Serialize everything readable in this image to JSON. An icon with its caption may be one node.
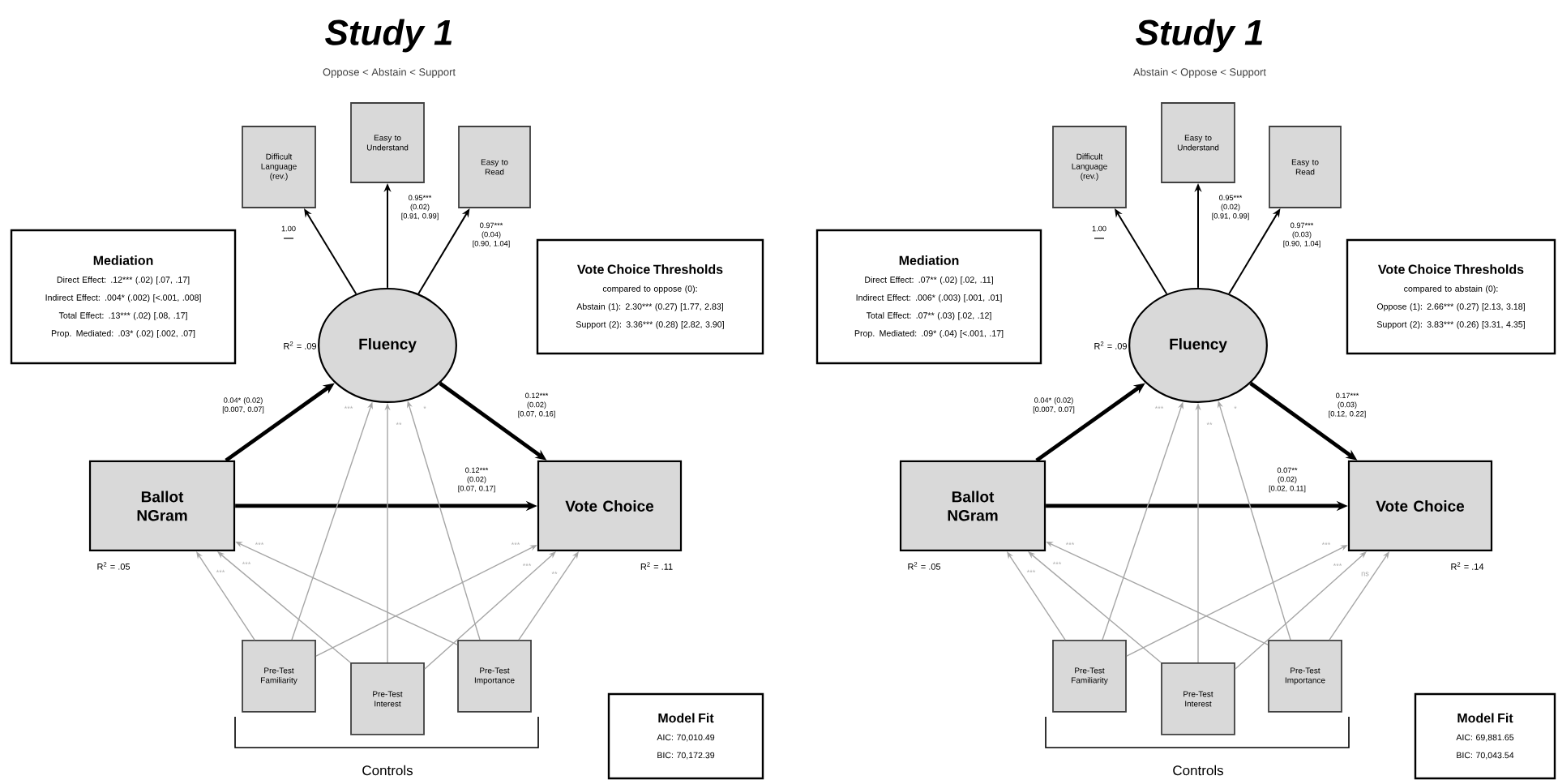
{
  "diagram": {
    "nodes": [
      {
        "text": [
          "Mediation",
          "Direct Effect: .12*** (.02) [.07, .17]",
          "Indirect Effect: .004* (.002) [<.001, .008]",
          "Total Effect: .13*** (.02) [.08, .17]",
          "Prop. Mediated: .03* (.02) [.002, .07]"
        ]
      },
      {
        "text": [
          "Vote Choice Thresholds",
          "compared to oppose (0):",
          "Abstain (1): 2.30*** (0.27) [1.77, 2.83]",
          "Support (2): 3.36*** (0.28) [2.82, 3.90]"
        ]
      },
      {
        "text": [
          "Difficult Language (rev.)"
        ]
      },
      {
        "text": [
          "Easy to Understand"
        ]
      },
      {
        "text": [
          "Easy to Read"
        ]
      },
      {
        "text": [
          "Fluency"
        ],
        "beside": [
          "R$^{2}$ = .09"
        ]
      },
      {
        "text": [
          "Ballot NGram"
        ],
        "beside": [
          "R$^{2}$ = .05"
        ]
      },
      {
        "text": [
          "Vote Choice"
        ],
        "beside": [
          "R$^{2}$ = .11"
        ]
      },
      {
        "text": [
          "Pre-Test Familiarity"
        ]
      },
      {
        "text": [
          "Pre-Test Interest"
        ]
      },
      {
        "text": [
          "Pre-Test Importance"
        ]
      },
      {
        "text": [
          "Model Fit",
          "AIC: 70,010.49",
          "BIC: 70,172.39"
        ]
      },
      {
        "text": [
          "Mediation",
          "Direct Effect: .07** (.02) [.02, .11]",
          "Indirect Effect: .006* (.003) [.001, .01]",
          "Total Effect: .07** (.03) [.02, .12]",
          "Prop. Mediated: .09* (.04) [<.001, .17]"
        ]
      },
      {
        "text": [
          "Vote Choice Thresholds",
          "compared to abstain (0):",
          "Oppose (1): 2.66*** (0.27) [2.13, 3.18]",
          "Support (2): 3.83*** (0.26) [3.31, 4.35]"
        ]
      },
      {
        "text": [
          "Difficult Language (rev.)"
        ]
      },
      {
        "text": [
          "Easy to Understand"
        ]
      },
      {
        "text": [
          "Easy to Read"
        ]
      },
      {
        "text": [
          "Fluency"
        ],
        "beside": [
          "R$^{2}$ = .09"
        ]
      },
      {
        "text": [
          "Ballot NGram"
        ],
        "beside": [
          "R$^{2}$ = .05"
        ]
      },
      {
        "text": [
          "Vote Choice"
        ],
        "beside": [
          "R$^{2}$ = .14"
        ]
      },
      {
        "text": [
          "Pre-Test Familiarity"
        ]
      },
      {
        "text": [
          "Pre-Test Interest"
        ]
      },
      {
        "text": [
          "Pre-Test Importance"
        ]
      },
      {
        "text": [
          "Model Fit",
          "AIC: 69,881.65",
          "BIC: 70,043.54"
        ]
      }
    ],
    "edges": [
      {
        "from": 5,
        "to": 2,
        "arrow": "to",
        "label": "1.00",
        "color": "#000000"
      },
      {
        "from": 5,
        "to": 3,
        "arrow": "to",
        "label": "0.95*** (0.02) [0.91, 0.99]",
        "color": "#000000"
      },
      {
        "from": 5,
        "to": 4,
        "arrow": "to",
        "label": "0.97*** (0.04) [0.90, 1.04]",
        "color": "#000000"
      },
      {
        "from": 6,
        "to": 5,
        "arrow": "to",
        "label": "0.04* (0.02) [0.007, 0.07]",
        "style": "thick",
        "color": "#000000"
      },
      {
        "from": 5,
        "to": 7,
        "arrow": "to",
        "label": "0.12*** (0.02) [0.07, 0.16]",
        "style": "thick",
        "color": "#000000"
      },
      {
        "from": 6,
        "to": 7,
        "arrow": "to",
        "label": "0.12*** (0.02) [0.07, 0.17]",
        "style": "thick",
        "color": "#000000"
      },
      {
        "from": 8,
        "to": 6,
        "arrow": "to",
        "label": "***",
        "color": "#a6a6a6"
      },
      {
        "from": 9,
        "to": 6,
        "arrow": "to",
        "label": "***",
        "color": "#a6a6a6"
      },
      {
        "from": 10,
        "to": 6,
        "arrow": "to",
        "label": "***",
        "color": "#a6a6a6"
      },
      {
        "from": 8,
        "to": 5,
        "arrow": "to",
        "label": "***",
        "color": "#a6a6a6"
      },
      {
        "from": 9,
        "to": 5,
        "arrow": "to",
        "label": "**",
        "color": "#a6a6a6"
      },
      {
        "from": 10,
        "to": 5,
        "arrow": "to",
        "label": "*",
        "color": "#a6a6a6"
      },
      {
        "from": 8,
        "to": 7,
        "arrow": "to",
        "label": "***",
        "color": "#a6a6a6"
      },
      {
        "from": 9,
        "to": 7,
        "arrow": "to",
        "label": "***",
        "color": "#a6a6a6"
      },
      {
        "from": 10,
        "to": 7,
        "arrow": "to",
        "label": "**",
        "color": "#a6a6a6"
      },
      {
        "from": 17,
        "to": 14,
        "arrow": "to",
        "label": "1.00",
        "color": "#000000"
      },
      {
        "from": 17,
        "to": 15,
        "arrow": "to",
        "label": "0.95*** (0.02) [0.91, 0.99]",
        "color": "#000000"
      },
      {
        "from": 17,
        "to": 16,
        "arrow": "to",
        "label": "0.97*** (0.03) [0.90, 1.04]",
        "color": "#000000"
      },
      {
        "from": 18,
        "to": 17,
        "arrow": "to",
        "label": "0.04* (0.02) [0.007, 0.07]",
        "style": "thick",
        "color": "#000000"
      },
      {
        "from": 17,
        "to": 19,
        "arrow": "to",
        "label": "0.17*** (0.03) [0.12, 0.22]",
        "style": "thick",
        "color": "#000000"
      },
      {
        "from": 18,
        "to": 19,
        "arrow": "to",
        "label": "0.07** (0.02) [0.02, 0.11]",
        "style": "thick",
        "color": "#000000"
      },
      {
        "from": 20,
        "to": 18,
        "arrow": "to",
        "label": "***",
        "color": "#a6a6a6"
      },
      {
        "from": 21,
        "to": 18,
        "arrow": "to",
        "label": "***",
        "color": "#a6a6a6"
      },
      {
        "from": 22,
        "to": 18,
        "arrow": "to",
        "label": "***",
        "color": "#a6a6a6"
      },
      {
        "from": 20,
        "to": 17,
        "arrow": "to",
        "label": "***",
        "color": "#a6a6a6"
      },
      {
        "from": 21,
        "to": 17,
        "arrow": "to",
        "label": "**",
        "color": "#a6a6a6"
      },
      {
        "from": 22,
        "to": 17,
        "arrow": "to",
        "label": "*",
        "color": "#a6a6a6"
      },
      {
        "from": 20,
        "to": 19,
        "arrow": "to",
        "label": "***",
        "color": "#a6a6a6"
      },
      {
        "from": 21,
        "to": 19,
        "arrow": "to",
        "label": "***",
        "color": "#a6a6a6"
      },
      {
        "from": 22,
        "to": 19,
        "arrow": "to",
        "label": "ns",
        "color": "#a6a6a6"
      }
    ],
    "labels": [
      "Study 1",
      "Oppose < Abstain < Support",
      "Controls",
      "Study 1",
      "Abstain < Oppose < Support",
      "Controls"
    ]
  }
}
